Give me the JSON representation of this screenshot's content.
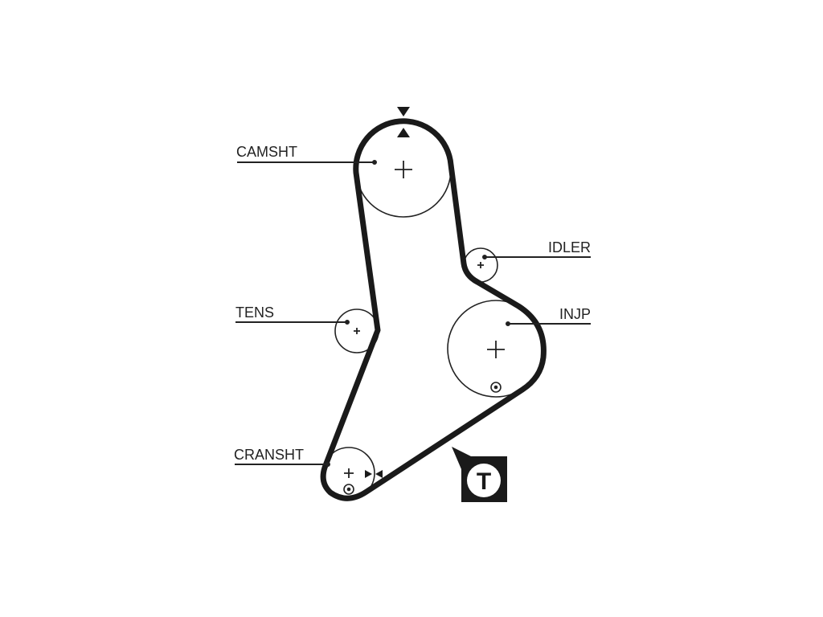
{
  "labels": {
    "camshaft": "CAMSHT",
    "idler": "IDLER",
    "tensioner": "TENS",
    "injection_pump": "INJP",
    "crankshaft": "CRANSHT"
  },
  "tension_badge": "T",
  "colors": {
    "belt": "#1a1a1a",
    "line": "#222222",
    "background": "#ffffff"
  }
}
